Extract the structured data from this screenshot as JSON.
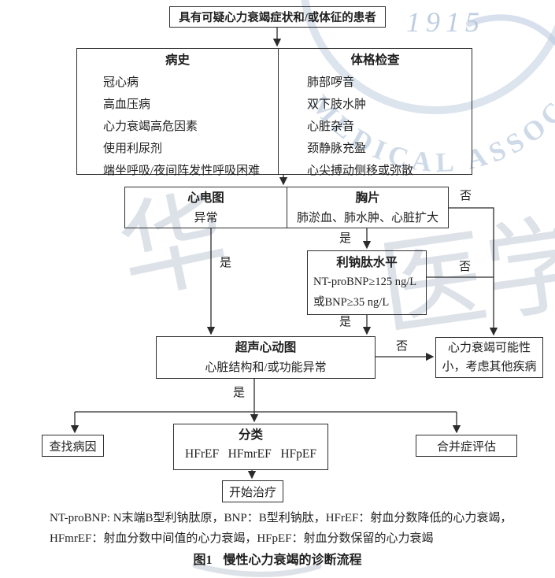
{
  "watermark": {
    "year": "1915",
    "arc_text": "MEDICAL ASSOC",
    "seal_glyph_1": "华",
    "seal_glyph_2": "医学"
  },
  "flowchart": {
    "start": "具有可疑心力衰竭症状和/或体征的患者",
    "history": {
      "title": "病史",
      "items": [
        "冠心病",
        "高血压病",
        "心力衰竭高危因素",
        "使用利尿剂",
        "端坐呼吸/夜间阵发性呼吸困难"
      ]
    },
    "exam": {
      "title": "体格检查",
      "items": [
        "肺部啰音",
        "双下肢水肿",
        "心脏杂音",
        "颈静脉充盈",
        "心尖搏动侧移或弥散"
      ]
    },
    "ecg": {
      "title": "心电图",
      "finding": "异常"
    },
    "xray": {
      "title": "胸片",
      "finding": "肺淤血、肺水肿、心脏扩大"
    },
    "bnp": {
      "title": "利钠肽水平",
      "line1": "NT-proBNP≥125 ng/L",
      "line2": "或BNP≥35 ng/L"
    },
    "echo": {
      "title": "超声心动图",
      "finding": "心脏结构和/或功能异常"
    },
    "unlikely": {
      "line1": "心力衰竭可能性",
      "line2": "小，考虑其他疾病"
    },
    "cause": "查找病因",
    "classify": {
      "title": "分类",
      "types": [
        "HFrEF",
        "HFmrEF",
        "HFpEF"
      ]
    },
    "comorbidity": "合并症评估",
    "treatment": "开始治疗",
    "labels": {
      "yes": "是",
      "no": "否"
    }
  },
  "footnote": {
    "line1": "NT-proBNP: N末端B型利钠肽原，BNP：B型利钠肽，HFrEF：射血分数降低的心力衰竭，",
    "line2": "HFmrEF：射血分数中间值的心力衰竭，HFpEF：射血分数保留的心力衰竭"
  },
  "caption": {
    "fig": "图1",
    "title": "慢性心力衰竭的诊断流程"
  }
}
